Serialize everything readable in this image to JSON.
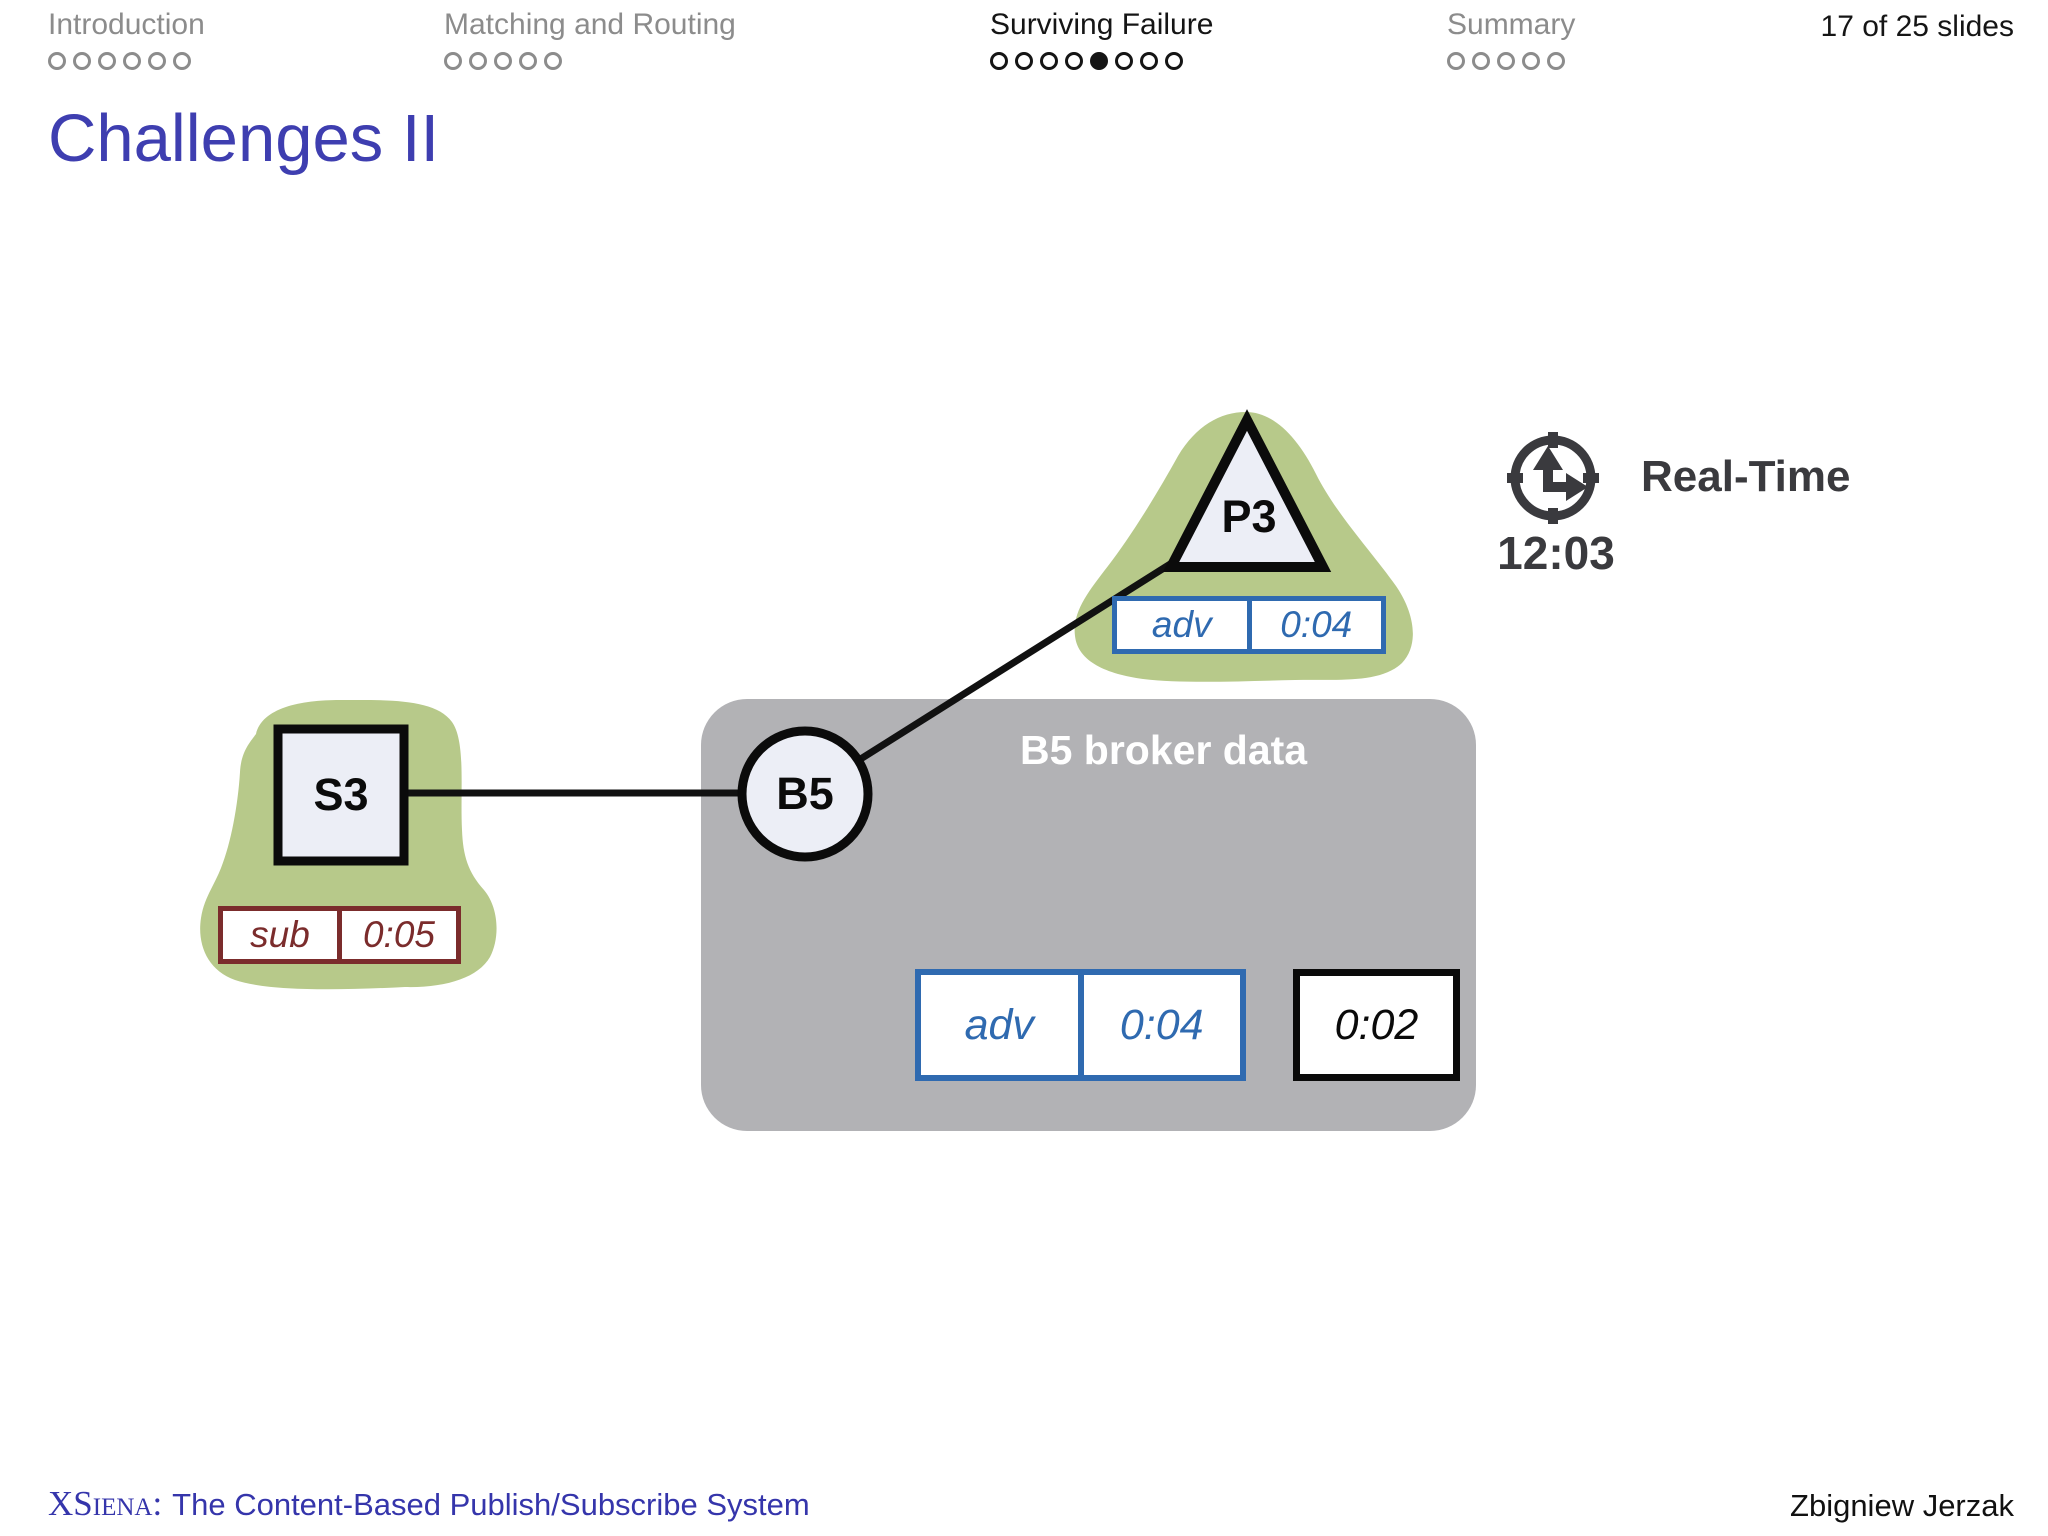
{
  "header": {
    "sections": [
      {
        "label": "Introduction",
        "dots": 6,
        "active": false,
        "current": -1
      },
      {
        "label": "Matching and Routing",
        "dots": 5,
        "active": false,
        "current": -1
      },
      {
        "label": "Surviving Failure",
        "dots": 8,
        "active": true,
        "current": 4
      },
      {
        "label": "Summary",
        "dots": 5,
        "active": false,
        "current": -1
      }
    ],
    "slide_counter": "17 of 25 slides"
  },
  "title": "Challenges II",
  "diagram": {
    "publisher": {
      "label": "P3",
      "table": [
        "adv",
        "0:04"
      ]
    },
    "subscriber": {
      "label": "S3",
      "table": [
        "sub",
        "0:05"
      ]
    },
    "broker": {
      "label": "B5"
    },
    "broker_box": {
      "title": "B5 broker data",
      "adv_table": [
        "adv",
        "0:04"
      ],
      "time_box": "0:02"
    },
    "realtime": {
      "label": "Real-Time",
      "time": "12:03",
      "icon": "clock-icon"
    }
  },
  "footer": {
    "brand": "XSiena:",
    "left": "The Content-Based Publish/Subscribe System",
    "right": "Zbigniew Jerzak"
  },
  "colors": {
    "accent_title": "#3e3eb0",
    "footer_link": "#3535ab",
    "green_blob": "#b7c98a",
    "broker_box_gray": "#b2b2b5",
    "node_fill": "#eceef6",
    "table_blue": "#2f6ab0",
    "table_maroon": "#7b2c2c",
    "dark_text": "#3a3a3e",
    "header_inactive": "#8c8c8c"
  }
}
